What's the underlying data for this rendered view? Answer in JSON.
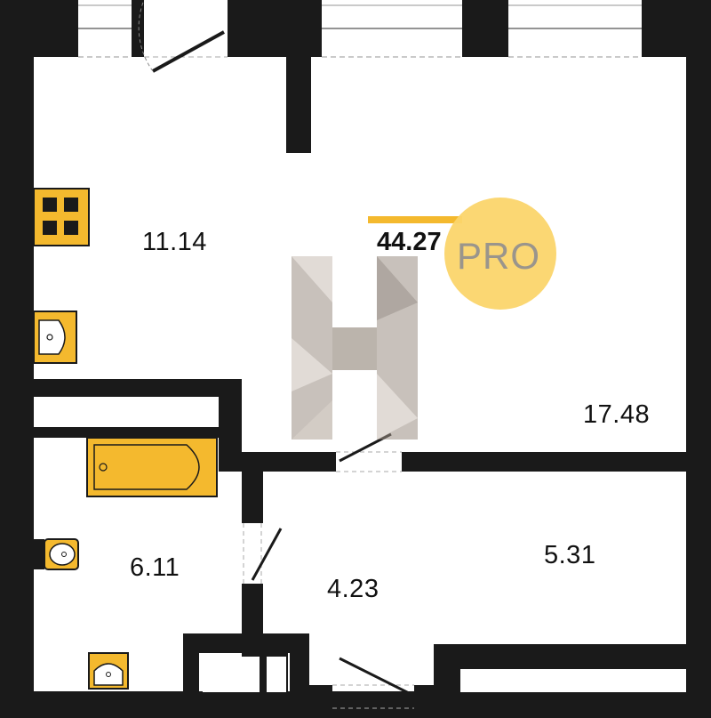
{
  "plan": {
    "total_area": "44.27",
    "brand_badge": "PRO",
    "watermark_icon": "h-letter-logo",
    "rooms": [
      {
        "id": "kitchen",
        "area": "11.14"
      },
      {
        "id": "living-room",
        "area": "17.48"
      },
      {
        "id": "bathroom",
        "area": "6.11"
      },
      {
        "id": "hallway",
        "area": "4.23"
      },
      {
        "id": "storage-room",
        "area": "5.31"
      }
    ]
  },
  "colors": {
    "wall": "#1a1a1a",
    "fixture_fill": "#f4b92e",
    "badge_circle": "#fbd56c",
    "badge_text": "#9a958c",
    "logo": "#b7aca3"
  }
}
